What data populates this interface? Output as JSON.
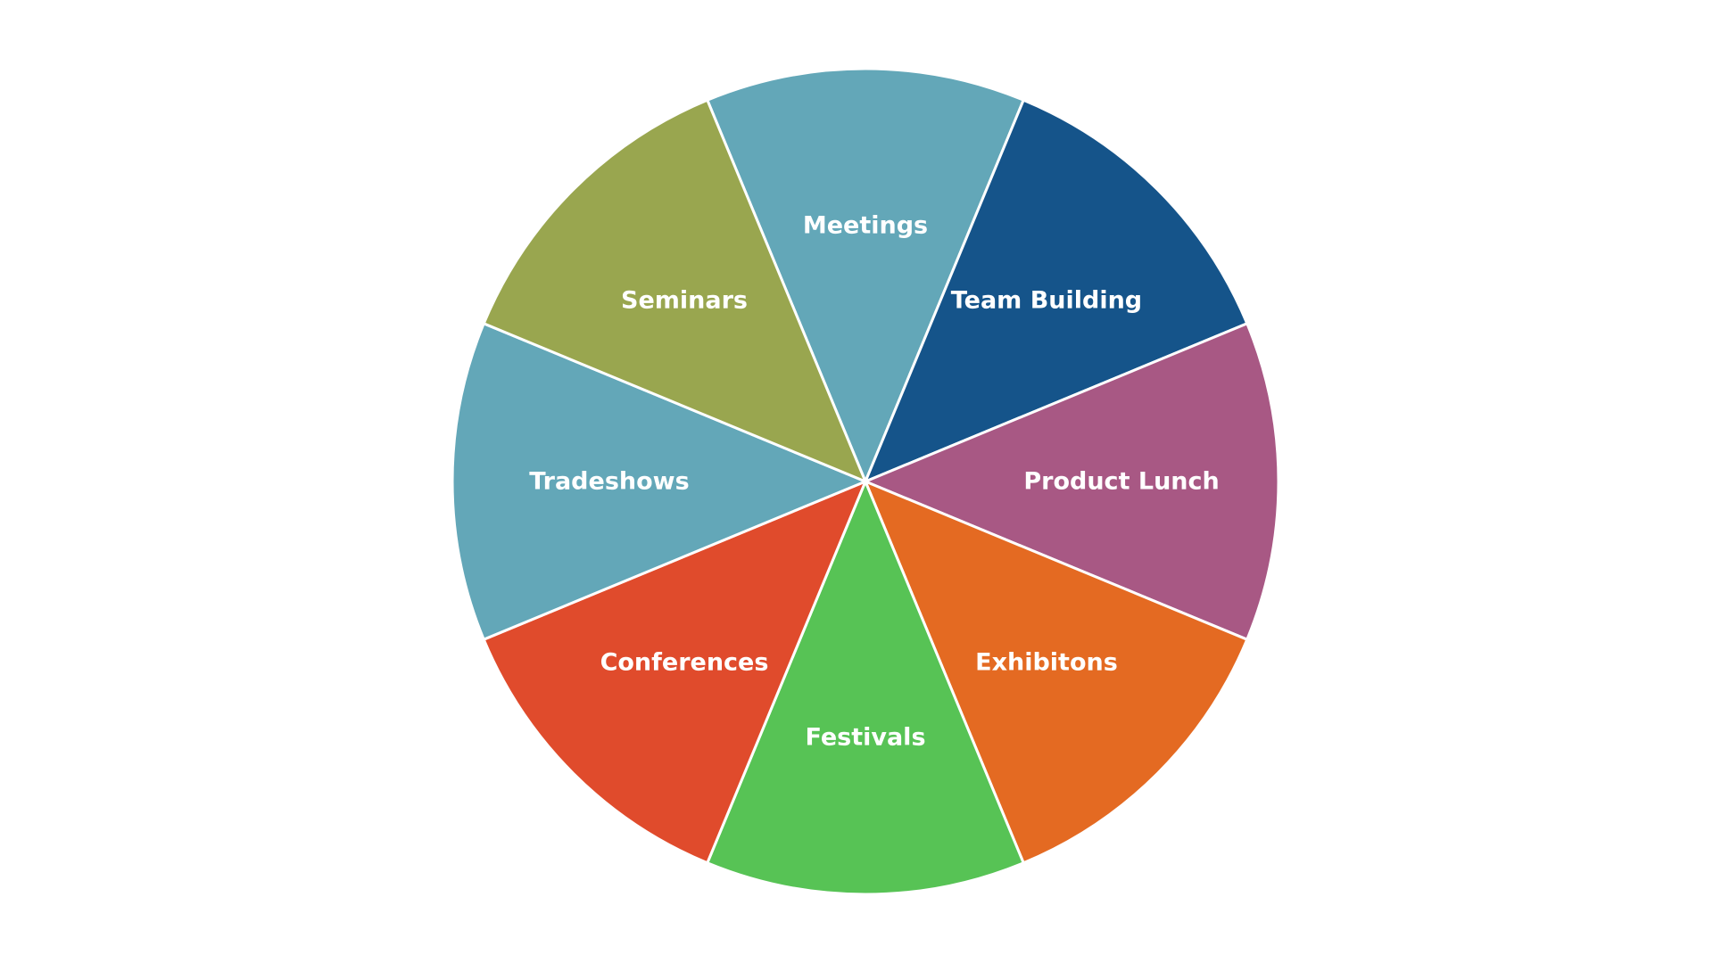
{
  "chart_data": {
    "type": "pie",
    "title": "",
    "legend": "none",
    "slices": [
      {
        "label": "Meetings",
        "value": 1,
        "color": "#63A7B8"
      },
      {
        "label": "Team Building",
        "value": 1,
        "color": "#15548A"
      },
      {
        "label": "Product Lunch",
        "value": 1,
        "color": "#A85884"
      },
      {
        "label": "Exhibitons",
        "value": 1,
        "color": "#E46A22"
      },
      {
        "label": "Festivals",
        "value": 1,
        "color": "#57C355"
      },
      {
        "label": "Conferences",
        "value": 1,
        "color": "#E04B2C"
      },
      {
        "label": "Tradeshows",
        "value": 1,
        "color": "#63A7B8"
      },
      {
        "label": "Seminars",
        "value": 1,
        "color": "#99A64F"
      }
    ]
  }
}
